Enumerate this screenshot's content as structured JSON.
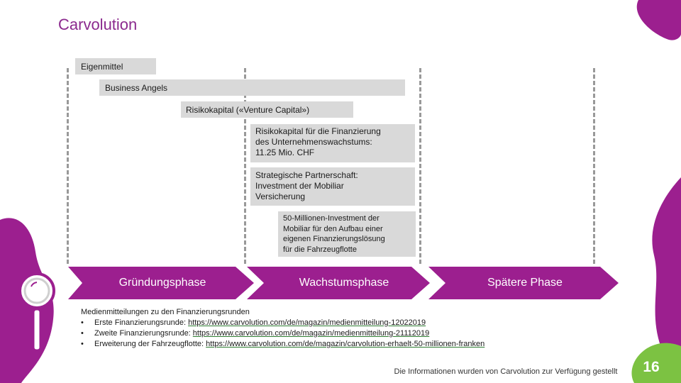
{
  "title": "Carvolution",
  "colors": {
    "brand": "#8b2a8e",
    "box_fill": "#d9d9d9",
    "phase_fill": "#9c1f8f",
    "pagenum_bg": "#7cc242"
  },
  "funding_boxes": [
    {
      "label": "Eigenmittel"
    },
    {
      "label": "Business Angels"
    },
    {
      "label": "Risikokapital («Venture Capital»)"
    },
    {
      "lines": [
        "Risikokapital für die Finanzierung",
        "des Unternehmenswachstums:",
        "11.25 Mio. CHF"
      ]
    },
    {
      "lines": [
        "Strategische Partnerschaft:",
        "Investment der Mobiliar",
        "Versicherung"
      ]
    },
    {
      "lines": [
        "50-Millionen-Investment der",
        "Mobiliar für den Aufbau einer",
        "eigenen Finanzierungslösung",
        "für die Fahrzeugflotte"
      ]
    }
  ],
  "phases": [
    "Gründungsphase",
    "Wachstumsphase",
    "Spätere Phase"
  ],
  "media": {
    "heading": "Medienmitteilungen zu den Finanzierungsrunden",
    "items": [
      {
        "bullet": "•",
        "text": "Erste Finanzierungsrunde: ",
        "link": "https://www.carvolution.com/de/magazin/medienmitteilung-12022019"
      },
      {
        "bullet": "•",
        "text": "Zweite Finanzierungsrunde: ",
        "link": "https://www.carvolution.com/de/magazin/medienmitteilung-21112019"
      },
      {
        "bullet": "•",
        "text": "Erweiterung der Fahrzeugflotte: ",
        "link": "https://www.carvolution.com/de/magazin/carvolution-erhaelt-50-millionen-franken"
      }
    ]
  },
  "footer_note": "Die Informationen wurden von Carvolution zur Verfügung gestellt",
  "page_number": "16",
  "icons": {
    "decoration": "magnifier-icon"
  }
}
